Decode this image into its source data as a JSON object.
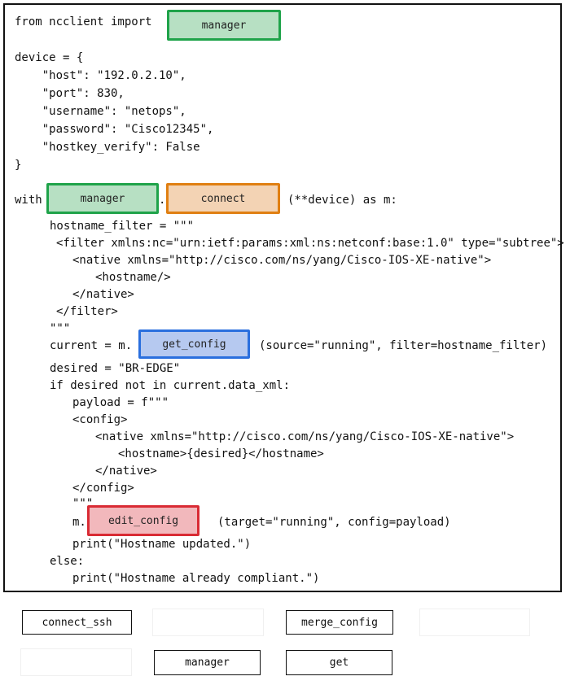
{
  "code": {
    "import_prefix": "from ncclient import",
    "device_lines": [
      "device = {",
      "    \"host\": \"192.0.2.10\",",
      "    \"port\": 830,",
      "    \"username\": \"netops\",",
      "    \"password\": \"Cisco12345\",",
      "    \"hostkey_verify\": False",
      "}"
    ],
    "with_prefix": "with",
    "with_dot": ".",
    "with_suffix": "(**device) as m:",
    "filter_lines": [
      "hostname_filter = \"\"\"",
      "<filter xmlns:nc=\"urn:ietf:params:xml:ns:netconf:base:1.0\" type=\"subtree\">",
      "<native xmlns=\"http://cisco.com/ns/yang/Cisco-IOS-XE-native\">",
      "<hostname/>",
      "</native>",
      "</filter>",
      "\"\"\""
    ],
    "current_prefix": "current = m.",
    "current_suffix": "(source=\"running\", filter=hostname_filter)",
    "desired_line": "desired = \"BR-EDGE\"",
    "if_line": "if desired not in current.data_xml:",
    "payload_lines": [
      "payload = f\"\"\"",
      "<config>",
      "<native xmlns=\"http://cisco.com/ns/yang/Cisco-IOS-XE-native\">",
      "<hostname>{desired}</hostname>",
      "</native>",
      "</config>",
      "\"\"\""
    ],
    "m_prefix": "m.",
    "edit_suffix": "(target=\"running\", config=payload)",
    "print_updated": "print(\"Hostname updated.\")",
    "else_line": "else:",
    "print_compliant": "print(\"Hostname already compliant.\")"
  },
  "slots": {
    "import_slot": "manager",
    "with_slot": "manager",
    "connect_slot": "connect",
    "get_config_slot": "get_config",
    "edit_config_slot": "edit_config"
  },
  "slot_colors": {
    "green": "#1fa34a",
    "orange": "#e07f12",
    "blue": "#2a6fde",
    "red": "#d92b34"
  },
  "choices": {
    "row1": [
      "connect_ssh",
      "",
      "merge_config",
      ""
    ],
    "row2": [
      "",
      "manager",
      "get"
    ]
  }
}
